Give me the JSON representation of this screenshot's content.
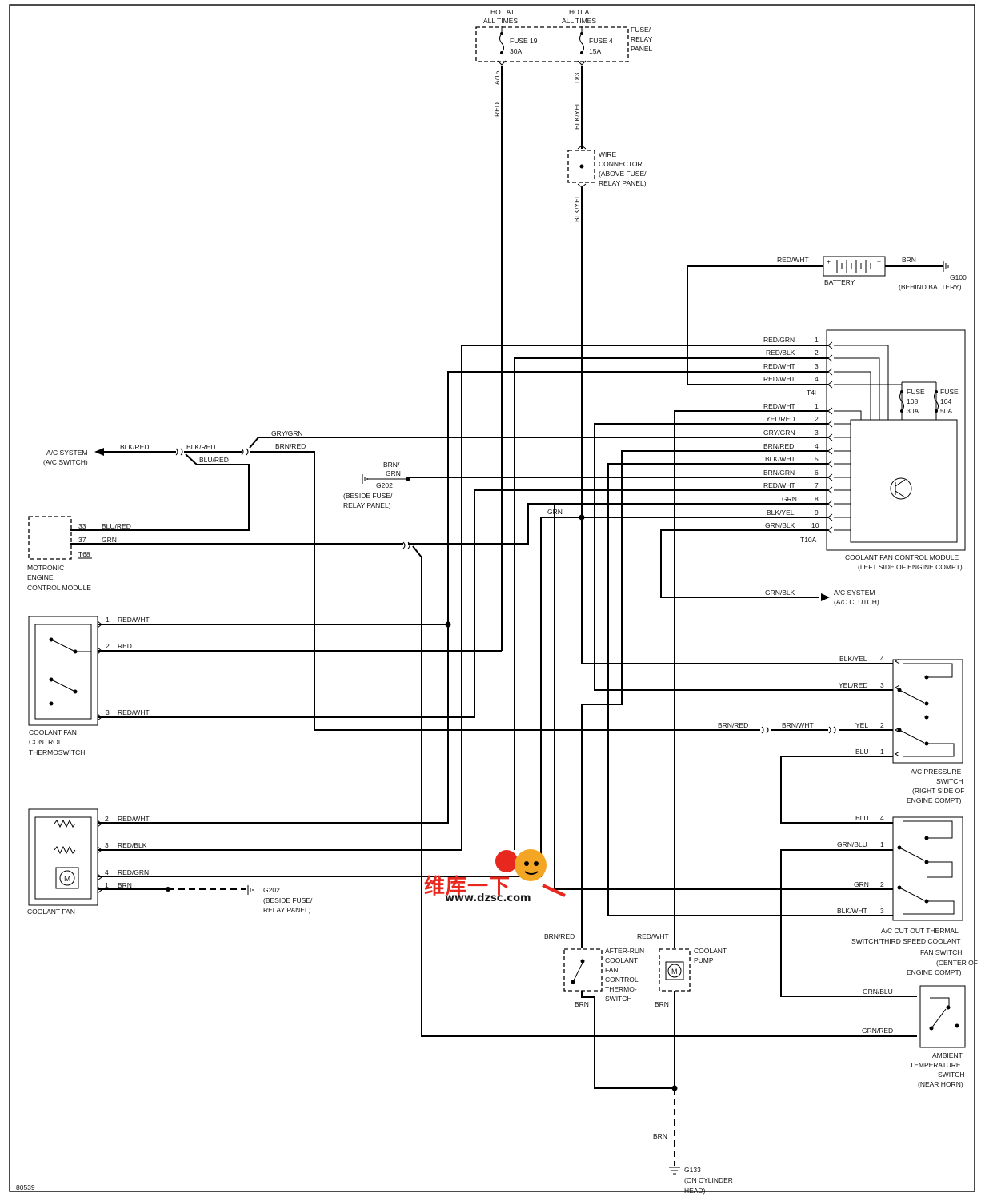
{
  "diagram_id": "80539",
  "fuse_panel": {
    "hot_left_1": "HOT AT",
    "hot_left_2": "ALL TIMES",
    "hot_right_1": "HOT AT",
    "hot_right_2": "ALL TIMES",
    "label_1": "FUSE/",
    "label_2": "RELAY",
    "label_3": "PANEL",
    "fuse19_name": "FUSE 19",
    "fuse19_rating": "30A",
    "fuse4_name": "FUSE 4",
    "fuse4_rating": "15A",
    "pin_a": "A/15",
    "pin_d": "D/3",
    "wire_red": "RED",
    "wire_blkyel": "BLK/YEL",
    "wire_blkyel2": "BLK/YEL"
  },
  "wire_connector": {
    "line1": "WIRE",
    "line2": "CONNECTOR",
    "line3": "(ABOVE FUSE/",
    "line4": "RELAY PANEL)"
  },
  "battery": {
    "label": "BATTERY",
    "wire_left": "RED/WHT",
    "wire_right": "BRN",
    "ground": "G100",
    "ground_loc": "(BEHIND BATTERY)"
  },
  "module": {
    "name_1": "COOLANT FAN CONTROL MODULE",
    "name_2": "(LEFT SIDE OF ENGINE COMPT)",
    "conn_a": "T4l",
    "conn_b": "T10A",
    "fuse108_1": "FUSE",
    "fuse108_2": "108",
    "fuse108_3": "30A",
    "fuse104_1": "FUSE",
    "fuse104_2": "104",
    "fuse104_3": "50A",
    "t4_wires": [
      "RED/GRN",
      "RED/BLK",
      "RED/WHT",
      "RED/WHT"
    ],
    "t4_pins": [
      "1",
      "2",
      "3",
      "4"
    ],
    "t10_wires": [
      "RED/WHT",
      "YEL/RED",
      "GRY/GRN",
      "BRN/RED",
      "BLK/WHT",
      "BRN/GRN",
      "RED/WHT",
      "GRN",
      "BLK/YEL",
      "GRN/BLK"
    ],
    "t10_pins": [
      "1",
      "2",
      "3",
      "4",
      "5",
      "6",
      "7",
      "8",
      "9",
      "10"
    ],
    "out_wire": "GRN/BLK",
    "out_1": "A/C SYSTEM",
    "out_2": "(A/C CLUTCH)"
  },
  "ac_system": {
    "line1": "A/C SYSTEM",
    "line2": "(A/C SWITCH)",
    "w_blkred": "BLK/RED",
    "w_blkred2": "BLK/RED",
    "w_blured": "BLU/RED",
    "w_grygrn": "GRY/GRN",
    "w_brnred": "BRN/RED"
  },
  "g202_top": {
    "wire1": "BRN/",
    "wire2": "GRN",
    "name": "G202",
    "loc1": "(BESIDE FUSE/",
    "loc2": "RELAY PANEL)"
  },
  "ecm": {
    "pin33": "33",
    "wire33": "BLU/RED",
    "pin37": "37",
    "wire37": "GRN",
    "conn": "T68",
    "name1": "MOTRONIC",
    "name2": "ENGINE",
    "name3": "CONTROL MODULE",
    "w_grn": "GRN"
  },
  "thermoswitch": {
    "p1": "1",
    "w1": "RED/WHT",
    "p2": "2",
    "w2": "RED",
    "p3": "3",
    "w3": "RED/WHT",
    "name1": "COOLANT FAN",
    "name2": "CONTROL",
    "name3": "THERMOSWITCH"
  },
  "fan": {
    "p2": "2",
    "w2": "RED/WHT",
    "p3": "3",
    "w3": "RED/BLK",
    "p4": "4",
    "w4": "RED/GRN",
    "p1": "1",
    "w1": "BRN",
    "name": "COOLANT FAN",
    "g_name": "G202",
    "g_loc1": "(BESIDE FUSE/",
    "g_loc2": "RELAY PANEL)"
  },
  "ac_pressure": {
    "pins": [
      "4",
      "3",
      "2",
      "1"
    ],
    "wires": [
      "BLK/YEL",
      "YEL/RED",
      "YEL",
      "BLU"
    ],
    "mid_w1": "BRN/RED",
    "mid_w2": "BRN/WHT",
    "name1": "A/C PRESSURE",
    "name2": "SWITCH",
    "name3": "(RIGHT SIDE OF",
    "name4": "ENGINE COMPT)"
  },
  "cutout": {
    "pins": [
      "4",
      "1",
      "2",
      "3"
    ],
    "wires": [
      "BLU",
      "GRN/BLU",
      "GRN",
      "BLK/WHT"
    ],
    "name1": "A/C CUT OUT THERMAL",
    "name2": "SWITCH/THIRD SPEED COOLANT",
    "name3": "FAN SWITCH",
    "name4": "(CENTER OF",
    "name5": "ENGINE COMPT)"
  },
  "afterrun": {
    "wire": "BRN/RED",
    "ground_wire": "BRN",
    "name1": "AFTER-RUN",
    "name2": "COOLANT",
    "name3": "FAN",
    "name4": "CONTROL",
    "name5": "THERMO-",
    "name6": "SWITCH"
  },
  "pump": {
    "wire": "RED/WHT",
    "ground_wire": "BRN",
    "name1": "COOLANT",
    "name2": "PUMP"
  },
  "ambient": {
    "w1": "GRN/BLU",
    "w2": "GRN/RED",
    "name1": "AMBIENT",
    "name2": "TEMPERATURE",
    "name3": "SWITCH",
    "name4": "(NEAR HORN)"
  },
  "ground_main": {
    "wire": "BRN",
    "name": "G133",
    "loc1": "(ON CYLINDER",
    "loc2": "HEAD)"
  },
  "watermark": {
    "text": "维库一下",
    "url": "www.dzsc.com"
  }
}
